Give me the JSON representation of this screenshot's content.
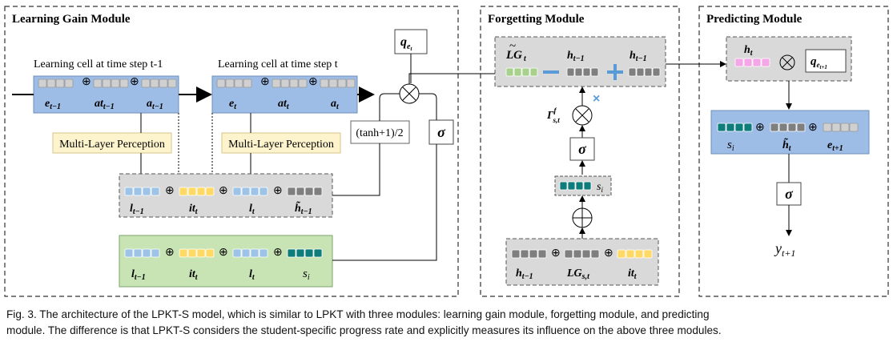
{
  "modules": {
    "learning_gain": {
      "title": "Learning Gain Module"
    },
    "forgetting": {
      "title": "Forgetting Module"
    },
    "predicting": {
      "title": "Predicting Module"
    }
  },
  "cells": {
    "prev_title": "Learning cell at time step t-1",
    "curr_title": "Learning cell at time step t",
    "prev_labels": [
      "e",
      "at",
      "a"
    ],
    "prev_sub": "t−1",
    "curr_labels": [
      "e",
      "at",
      "a"
    ],
    "curr_sub": "t"
  },
  "mlp": {
    "label_1": "Multi-Layer Perception",
    "label_2": "Multi-Layer Perception"
  },
  "gray_concat": {
    "labels": [
      "l",
      "it",
      "l",
      "h̃"
    ],
    "subs": [
      "t−1",
      "t",
      "t",
      "t−1"
    ]
  },
  "green_concat": {
    "labels": [
      "l",
      "it",
      "l",
      "s"
    ],
    "subs": [
      "t−1",
      "t",
      "t",
      "i"
    ]
  },
  "ops": {
    "tanh": "(tanh+1)/2",
    "sigma": "σ",
    "q_e": "q",
    "q_e_sub": "e",
    "q_e_subsub": "t",
    "oplus": "⊕",
    "otimes": "⊗"
  },
  "forgetting": {
    "lg": "LG",
    "lg_sub": "t",
    "h1": "h",
    "h1_sub": "t−1",
    "h2": "h",
    "h2_sub": "t−1",
    "gamma": "Γ",
    "gamma_sup": "f",
    "gamma_sub": "s,t",
    "s_label": "s",
    "s_sub": "i",
    "bottom_labels": [
      "h",
      "LG",
      "it"
    ],
    "bottom_subs": [
      "t−1",
      "s,t",
      "t"
    ],
    "minus": "—",
    "plus": "+",
    "times": "×"
  },
  "predicting": {
    "h": "h",
    "h_sub": "t",
    "q": "q",
    "q_sub": "e",
    "q_subsub": "t+1",
    "concat_labels": [
      "s",
      "h̃",
      "e"
    ],
    "concat_subs": [
      "i",
      "t",
      "t+1"
    ],
    "y": "y",
    "y_sub": "t+1"
  },
  "caption": {
    "line1": "Fig. 3. The architecture of the LPKT-S model, which is similar to LPKT with three modules: learning gain module, forgetting module, and predicting",
    "line2": "module. The difference is that LPKT-S considers the student-specific progress rate and explicitly measures its influence on the above three modules."
  },
  "colors": {
    "cell_blue": "#9dbde6",
    "concat_gray": "#d9d9d9",
    "concat_green": "#c9e4b4",
    "mlp_yellow": "#fdf3cc",
    "seg_gray": "#7f7f7f",
    "seg_light": "#d0d0d0",
    "seg_blue": "#9dc3e6",
    "seg_yellow": "#ffd966",
    "seg_teal": "#0e7c7b",
    "seg_green": "#a9d18e",
    "seg_pink": "#f4a6e6",
    "accent_blue": "#5b9bd5"
  }
}
